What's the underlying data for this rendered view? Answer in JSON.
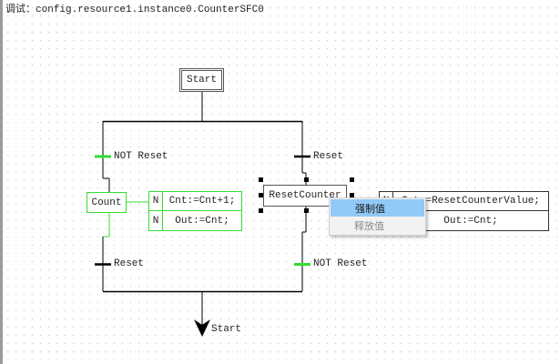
{
  "header": {
    "prefix": "调试：",
    "path": "config.resource1.instance0.CounterSFC0"
  },
  "colors": {
    "active": "#33dd33",
    "inactive": "#000000",
    "menu_highlight": "#91c9f7"
  },
  "sfc": {
    "initial_step": {
      "name": "Start"
    },
    "branches": [
      {
        "transition_in": {
          "condition": "NOT Reset",
          "active": true
        },
        "step": {
          "name": "Count",
          "active": true
        },
        "actions": [
          {
            "qualifier": "N",
            "code": "Cnt:=Cnt+1;"
          },
          {
            "qualifier": "N",
            "code": "Out:=Cnt;"
          }
        ],
        "transition_out": {
          "condition": "Reset",
          "active": false
        }
      },
      {
        "transition_in": {
          "condition": "Reset",
          "active": false
        },
        "step": {
          "name": "ResetCounter",
          "active": false,
          "selected": true
        },
        "actions": [
          {
            "qualifier": "N",
            "code": "Cnt:=ResetCounterValue;"
          },
          {
            "qualifier": "N",
            "code": "Out:=Cnt;"
          }
        ],
        "transition_out": {
          "condition": "NOT Reset",
          "active": true
        }
      }
    ],
    "jump": {
      "target": "Start"
    }
  },
  "context_menu": {
    "items": [
      {
        "label": "强制值",
        "highlighted": true,
        "enabled": true
      },
      {
        "label": "释放值",
        "highlighted": false,
        "enabled": false
      }
    ]
  }
}
